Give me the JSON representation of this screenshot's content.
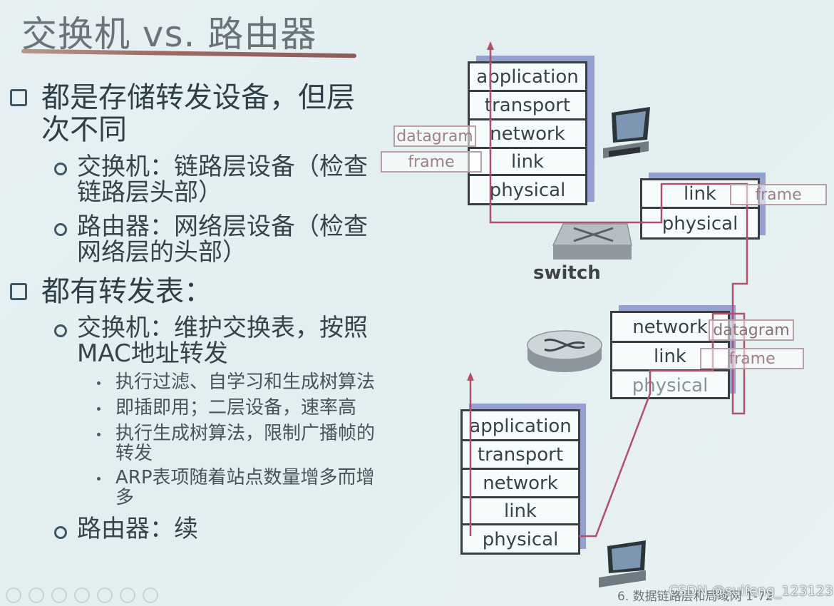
{
  "title": "交换机 vs. 路由器",
  "bullets": {
    "b1": {
      "line1": "都是存储转发设备，但层",
      "line2": "次不同"
    },
    "b1_1": {
      "line1": "交换机：链路层设备（检查",
      "line2": "链路层头部）"
    },
    "b1_2": {
      "line1": "路由器：网络层设备（检查",
      "line2": "网络层的头部）"
    },
    "b2": {
      "line1": "都有转发表："
    },
    "b2_1": {
      "line1": "交换机：维护交换表，按照",
      "line2": "MAC地址转发"
    },
    "b2_1_items": [
      {
        "line1": "执行过滤、自学习和生成树算法",
        "line2": ""
      },
      {
        "line1": "即插即用；二层设备，速率高",
        "line2": ""
      },
      {
        "line1": "执行生成树算法，限制广播帧的",
        "line2": "转发"
      },
      {
        "line1": "ARP表项随着站点数量增多而增",
        "line2": "多"
      }
    ],
    "b2_2": {
      "line1": "路由器：续"
    }
  },
  "diagram": {
    "top_host_stack": [
      "application",
      "transport",
      "network",
      "link",
      "physical"
    ],
    "bottom_host_stack": [
      "application",
      "transport",
      "network",
      "link",
      "physical"
    ],
    "switch_stack": [
      "link",
      "physical"
    ],
    "router_stack": [
      "network",
      "link",
      "physical"
    ],
    "tags": {
      "datagram_left": "datagram",
      "frame_left": "frame",
      "frame_switch": "frame",
      "datagram_router": "datagram",
      "frame_router": "frame"
    },
    "switch_label": "switch",
    "path_color": "#b0506a"
  },
  "footer": {
    "text": "6. 数据链路层和局域网 1-72",
    "watermark": "CSDN @suifeng_123123"
  }
}
